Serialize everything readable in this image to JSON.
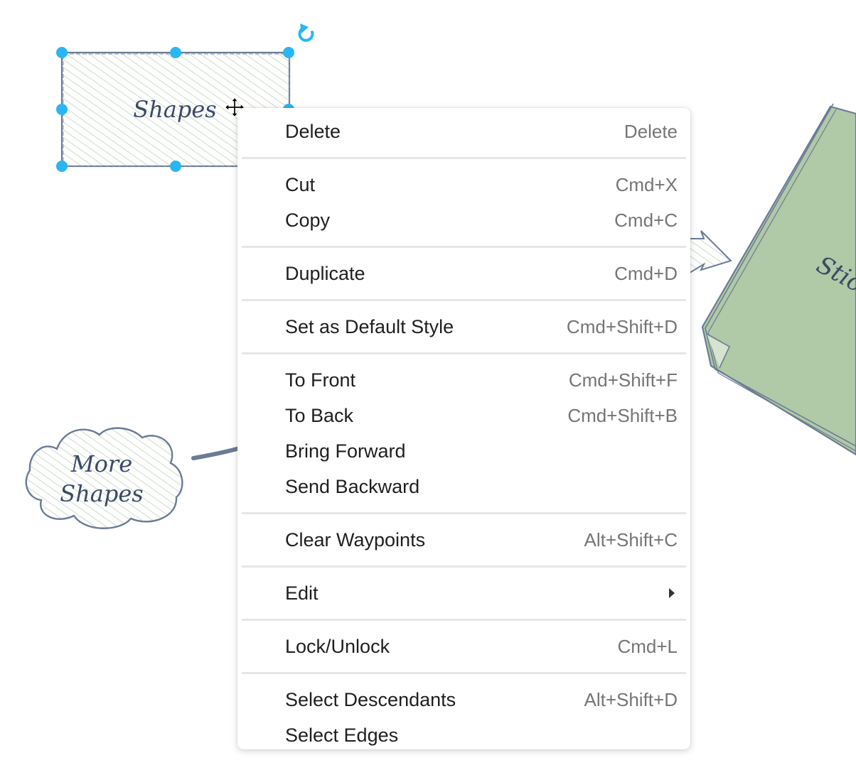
{
  "canvas": {
    "selected_shape_label": "Shapes",
    "cloud_label_line1": "More",
    "cloud_label_line2": "Shapes",
    "sticky_label": "Stic",
    "colors": {
      "handle": "#29b6f2",
      "stroke": "#6c7b95",
      "hatch": "#b9ccb0",
      "sticky_fill": "#b0c9a6",
      "text": "#3b4a66"
    }
  },
  "menu": {
    "groups": [
      [
        {
          "label": "Delete",
          "shortcut": "Delete"
        }
      ],
      [
        {
          "label": "Cut",
          "shortcut": "Cmd+X"
        },
        {
          "label": "Copy",
          "shortcut": "Cmd+C"
        }
      ],
      [
        {
          "label": "Duplicate",
          "shortcut": "Cmd+D"
        }
      ],
      [
        {
          "label": "Set as Default Style",
          "shortcut": "Cmd+Shift+D"
        }
      ],
      [
        {
          "label": "To Front",
          "shortcut": "Cmd+Shift+F"
        },
        {
          "label": "To Back",
          "shortcut": "Cmd+Shift+B"
        },
        {
          "label": "Bring Forward",
          "shortcut": ""
        },
        {
          "label": "Send Backward",
          "shortcut": ""
        }
      ],
      [
        {
          "label": "Clear Waypoints",
          "shortcut": "Alt+Shift+C"
        }
      ],
      [
        {
          "label": "Edit",
          "shortcut": "",
          "submenu": true
        }
      ],
      [
        {
          "label": "Lock/Unlock",
          "shortcut": "Cmd+L"
        }
      ],
      [
        {
          "label": "Select Descendants",
          "shortcut": "Alt+Shift+D"
        },
        {
          "label": "Select Edges",
          "shortcut": ""
        }
      ]
    ]
  }
}
